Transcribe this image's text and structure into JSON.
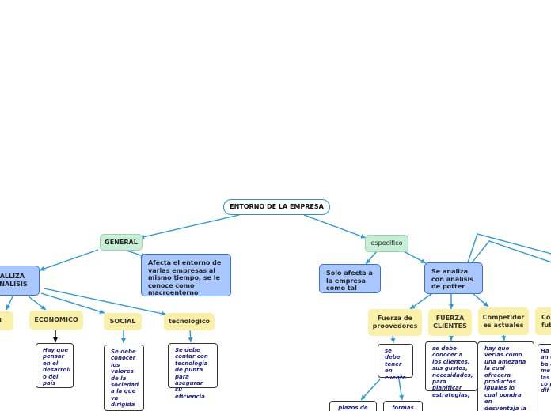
{
  "map": {
    "root": "ENTORNO DE LA EMPRESA",
    "general": "GENERAL",
    "especifico": "especifico",
    "general_desc": "Afecta el entorno de varias empresas al mismo tiempo, se le conoce como macroentorno",
    "especifico_desc": "Solo afecta a la empresa como tal",
    "analiza": "NALLIZA\nANALISIS",
    "porter": "Se analiza con analisis de potter",
    "al": "AL",
    "economico": "ECONOMICO",
    "social": "SOCIAL",
    "tecnologico": "tecnologico",
    "fuerza_proveedores": "Fuerza de proovedores",
    "fuerza_clientes": "FUERZA CLIENTES",
    "competidores": "Competidor es actuales",
    "co_fut": "Co\nfut",
    "note_economico": "Hay que pensar en el desarroll o del país",
    "note_social": "Se debe conocer los valores de la sociedad a la que va dirigida",
    "note_tecnologico": "Se debe contar con tecnologia de punta para asegurar su eficiencia",
    "note_proveedores": "se debe tener en cuenta",
    "note_clientes": "se debe conocer a los clientes, sus gustos, necesidades, para planificar estrategias,",
    "note_competidores": "hay que verlas como una amezana la cual ofrecera productos iguales lo cual pondra en desventaja la empresa por eso se debe estar alerta",
    "note_plazos": "plazos de",
    "note_formas": "formas",
    "note_cut": "Ha an ex ba en me las co pr dif"
  },
  "colors": {
    "connector": "#2a97d6",
    "root_border": "#2a97d6",
    "green_fill": "#c6efd5",
    "blue_fill": "#a9c8ff",
    "blue_border": "#3c6fd8",
    "yellow_fill": "#faf0a8",
    "note_text": "#1e1f8a"
  }
}
